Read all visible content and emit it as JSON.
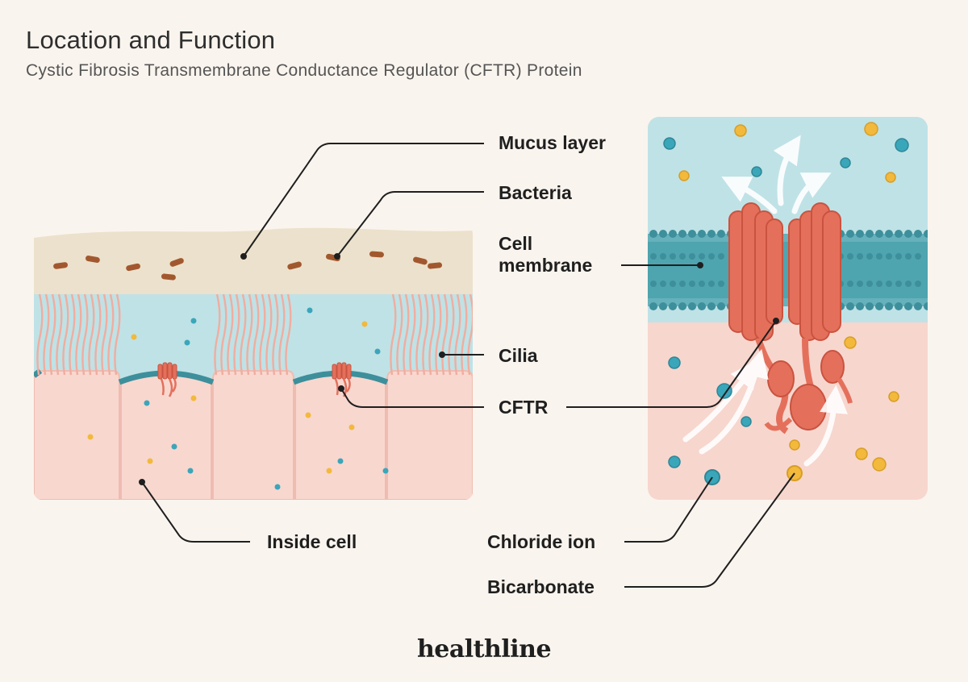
{
  "header": {
    "title": "Location and Function",
    "subtitle": "Cystic Fibrosis Transmembrane Conductance Regulator (CFTR) Protein"
  },
  "labels": {
    "mucus_layer": "Mucus layer",
    "bacteria": "Bacteria",
    "cell_membrane_line1": "Cell",
    "cell_membrane_line2": "membrane",
    "cilia": "Cilia",
    "cftr": "CFTR",
    "inside_cell": "Inside cell",
    "chloride_ion": "Chloride ion",
    "bicarbonate": "Bicarbonate"
  },
  "brand": {
    "logo_text": "healthline"
  },
  "colors": {
    "background": "#faf4ee",
    "mucus": "#ece1cc",
    "fluid": "#bfe2e6",
    "cell": "#f7d6ce",
    "cilia": "#f3b6a8",
    "cftr_protein": "#e4705c",
    "membrane": "#3d9aa6",
    "chloride": "#3aa6ba",
    "bicarbonate": "#f2b93c",
    "bacteria": "#a2582e"
  }
}
